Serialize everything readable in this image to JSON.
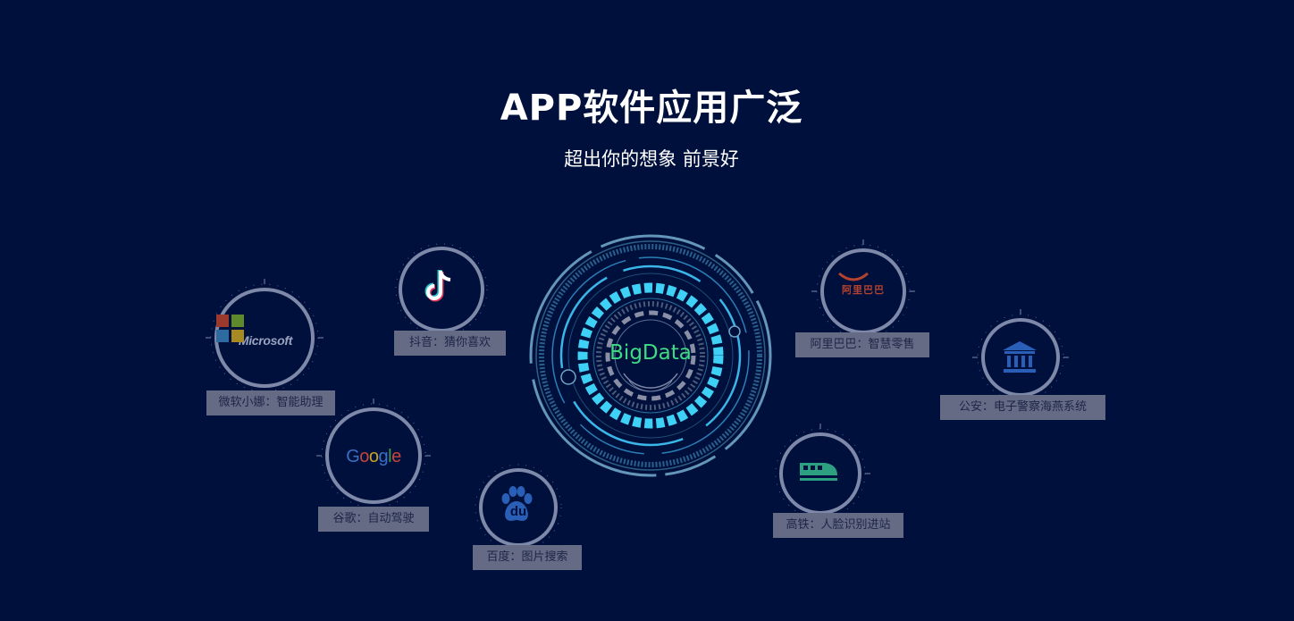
{
  "header": {
    "title": "APP软件应用广泛",
    "subtitle": "超出你的想象 前景好"
  },
  "center": {
    "label": "BigData"
  },
  "apps": {
    "microsoft": {
      "label": "微软小娜：智能助理",
      "logo_text": "Microsoft"
    },
    "douyin": {
      "label": "抖音：猜你喜欢"
    },
    "google": {
      "label": "谷歌：自动驾驶",
      "logo_letters": [
        "G",
        "o",
        "o",
        "g",
        "l",
        "e"
      ]
    },
    "baidu": {
      "label": "百度：图片搜索",
      "logo_text": "du"
    },
    "alibaba": {
      "label": "阿里巴巴：智慧零售",
      "logo_text": "阿里巴巴"
    },
    "gaotie": {
      "label": "高铁：人脸识别进站"
    },
    "police": {
      "label": "公安：电子警察海燕系统"
    }
  },
  "colors": {
    "background": "#00103c",
    "label_bg": "#656b85",
    "center_text": "#3ddc84",
    "ring": "#7e88a8",
    "cyan": "#3ed0f5"
  },
  "icons": {
    "douyin": "tiktok-note-icon",
    "gaotie": "bullet-train-icon",
    "police": "government-building-icon",
    "baidu": "baidu-paw-icon"
  }
}
